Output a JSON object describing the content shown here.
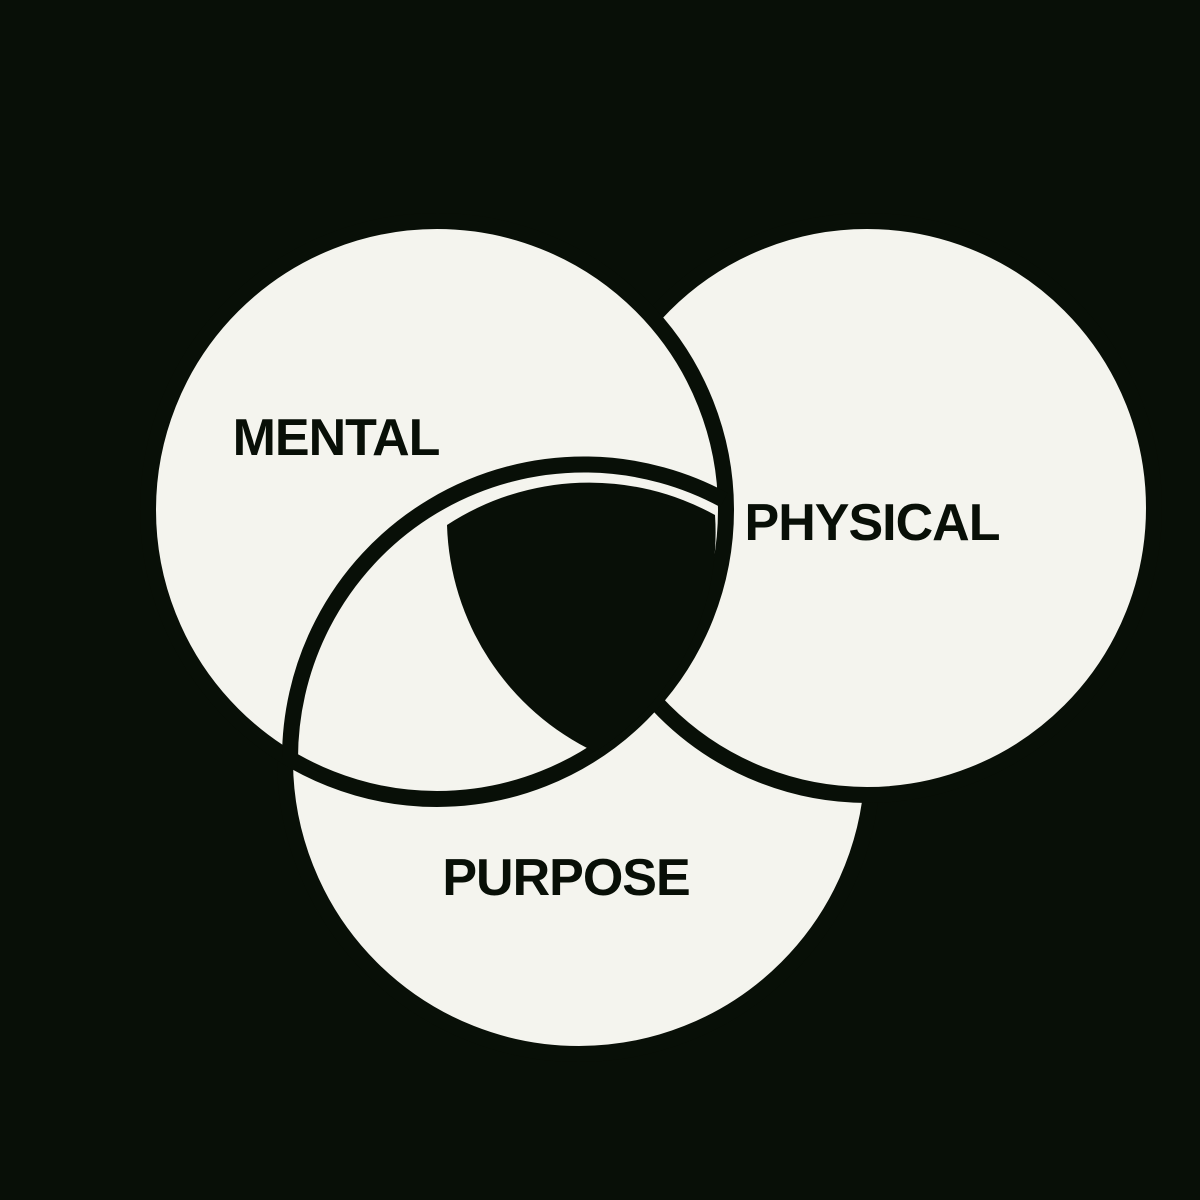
{
  "colors": {
    "background": "#080f07",
    "circle_fill": "#f4f4ee",
    "outline": "#080f07"
  },
  "diagram": {
    "circles": [
      {
        "id": "mental",
        "label": "MENTAL"
      },
      {
        "id": "physical",
        "label": "PHYSICAL"
      },
      {
        "id": "purpose",
        "label": "PURPOSE"
      }
    ]
  }
}
